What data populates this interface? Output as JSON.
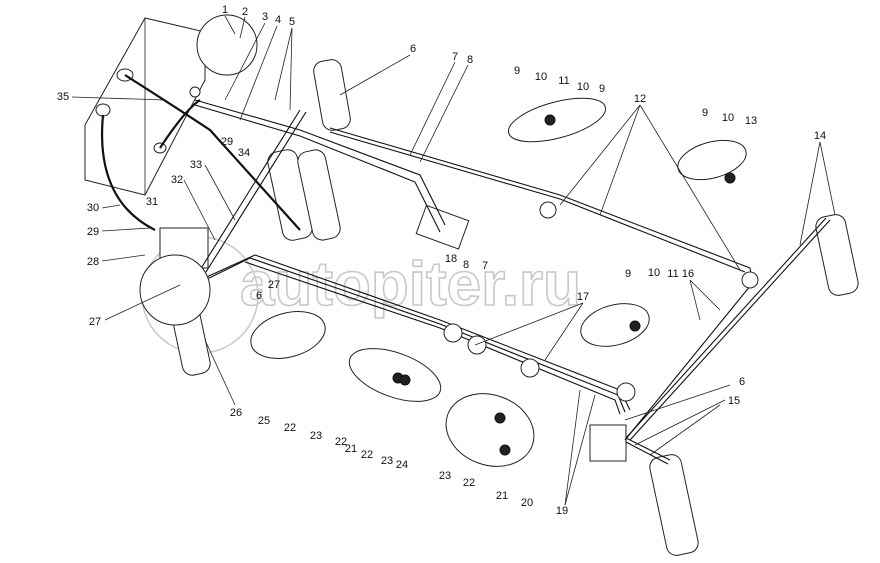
{
  "watermark": "autopiter.ru",
  "callouts": [
    "1",
    "2",
    "3",
    "4",
    "5",
    "6",
    "7",
    "8",
    "9",
    "10",
    "11",
    "10",
    "9",
    "12",
    "9",
    "10",
    "13",
    "14",
    "35",
    "29",
    "34",
    "33",
    "32",
    "30",
    "31",
    "29",
    "28",
    "27",
    "6",
    "18",
    "8",
    "7",
    "27",
    "17",
    "9",
    "10",
    "11",
    "16",
    "26",
    "25",
    "22",
    "23",
    "22",
    "21",
    "22",
    "23",
    "24",
    "23",
    "22",
    "21",
    "20",
    "19",
    "6",
    "15"
  ]
}
